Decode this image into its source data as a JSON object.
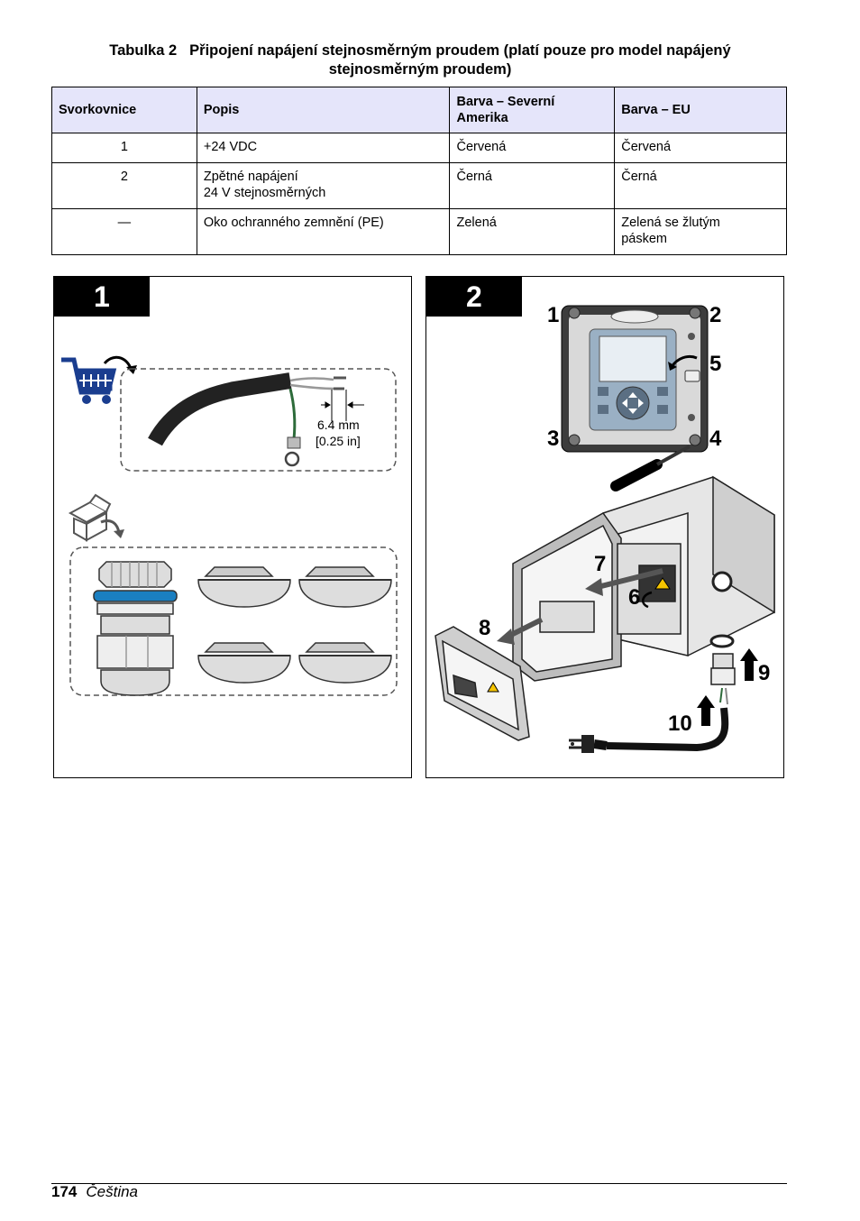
{
  "caption": {
    "label": "Tabulka 2",
    "line1": "Připojení napájení stejnosměrným proudem (platí pouze pro model napájený",
    "line2": "stejnosměrným proudem)"
  },
  "table": {
    "headers": [
      "Svorkovnice",
      "Popis",
      "Barva – Severní Amerika",
      "Barva – EU"
    ],
    "rows": [
      {
        "terminal": "1",
        "desc1": "+24 VDC",
        "desc2": "",
        "na": "Červená",
        "eu1": "Červená",
        "eu2": ""
      },
      {
        "terminal": "2",
        "desc1": "Zpětné napájení",
        "desc2": "24 V stejnosměrných",
        "na": "Černá",
        "eu1": "Černá",
        "eu2": ""
      },
      {
        "terminal": "—",
        "desc1": "Oko ochranného zemnění (PE)",
        "desc2": "",
        "na": "Zelená",
        "eu1": "Zelená se žlutým",
        "eu2": "páskem"
      }
    ]
  },
  "panel1": {
    "step": "1",
    "dim_mm": "6.4 mm",
    "dim_in": "[0.25 in]"
  },
  "panel2": {
    "step": "2",
    "callouts": [
      "1",
      "2",
      "3",
      "4",
      "5",
      "6",
      "7",
      "8",
      "9",
      "10"
    ]
  },
  "footer": {
    "page": "174",
    "language": "Čeština"
  }
}
